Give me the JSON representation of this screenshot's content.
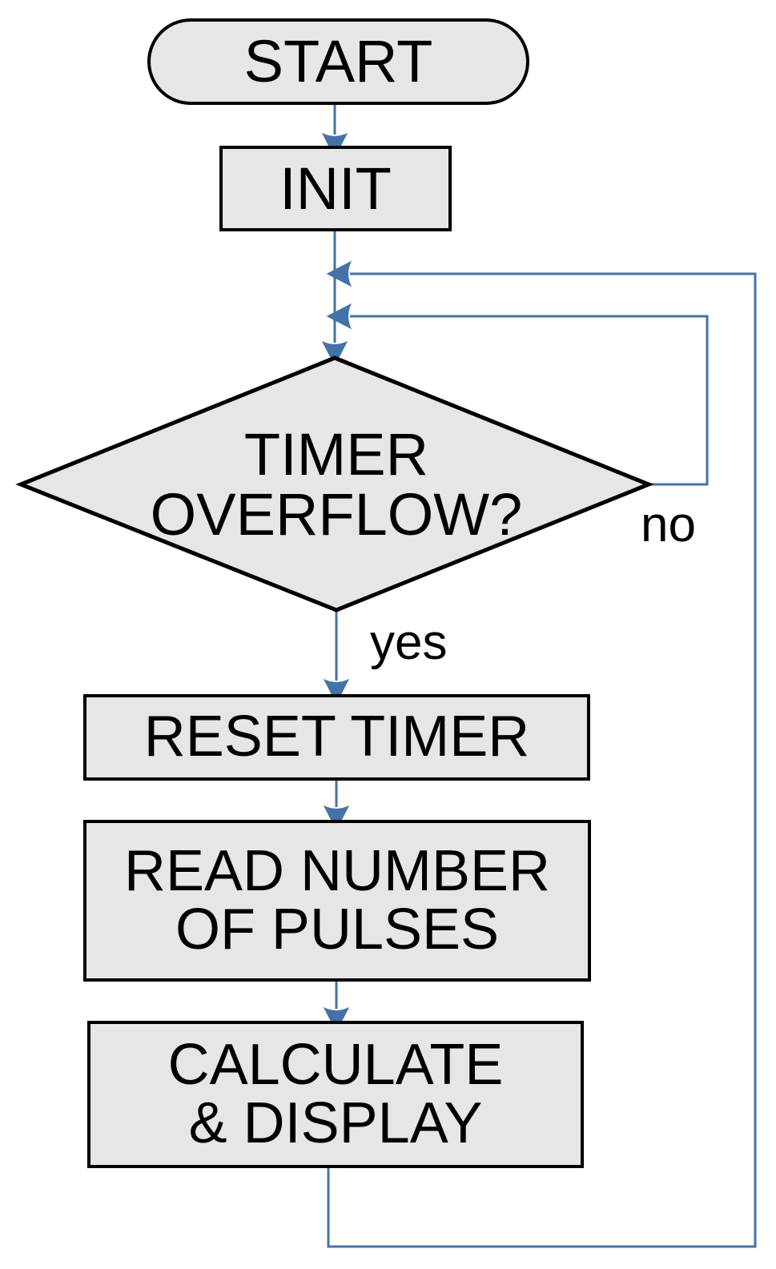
{
  "diagram": {
    "type": "flowchart",
    "title": "Timer overflow pulse counting flowchart",
    "colors": {
      "node_fill": "#e6e6e6",
      "node_stroke": "#000000",
      "connector": "#4472a8",
      "text": "#000000",
      "background": "#ffffff"
    },
    "nodes": [
      {
        "id": "start",
        "shape": "terminator",
        "label": "START"
      },
      {
        "id": "init",
        "shape": "process",
        "label": "INIT"
      },
      {
        "id": "decision",
        "shape": "decision",
        "label": "TIMER\nOVERFLOW?"
      },
      {
        "id": "reset",
        "shape": "process",
        "label": "RESET TIMER"
      },
      {
        "id": "read",
        "shape": "process",
        "label": "READ NUMBER\nOF PULSES"
      },
      {
        "id": "calculate",
        "shape": "process",
        "label": "CALCULATE\n& DISPLAY"
      }
    ],
    "edge_labels": {
      "no": "no",
      "yes": "yes"
    },
    "edges": [
      {
        "from": "start",
        "to": "decision",
        "label": ""
      },
      {
        "from": "init",
        "to": "decision",
        "label": ""
      },
      {
        "from": "decision",
        "to": "decision",
        "label": "no"
      },
      {
        "from": "decision",
        "to": "reset",
        "label": "yes"
      },
      {
        "from": "reset",
        "to": "read",
        "label": ""
      },
      {
        "from": "read",
        "to": "calculate",
        "label": ""
      },
      {
        "from": "calculate",
        "to": "decision",
        "label": ""
      }
    ]
  }
}
